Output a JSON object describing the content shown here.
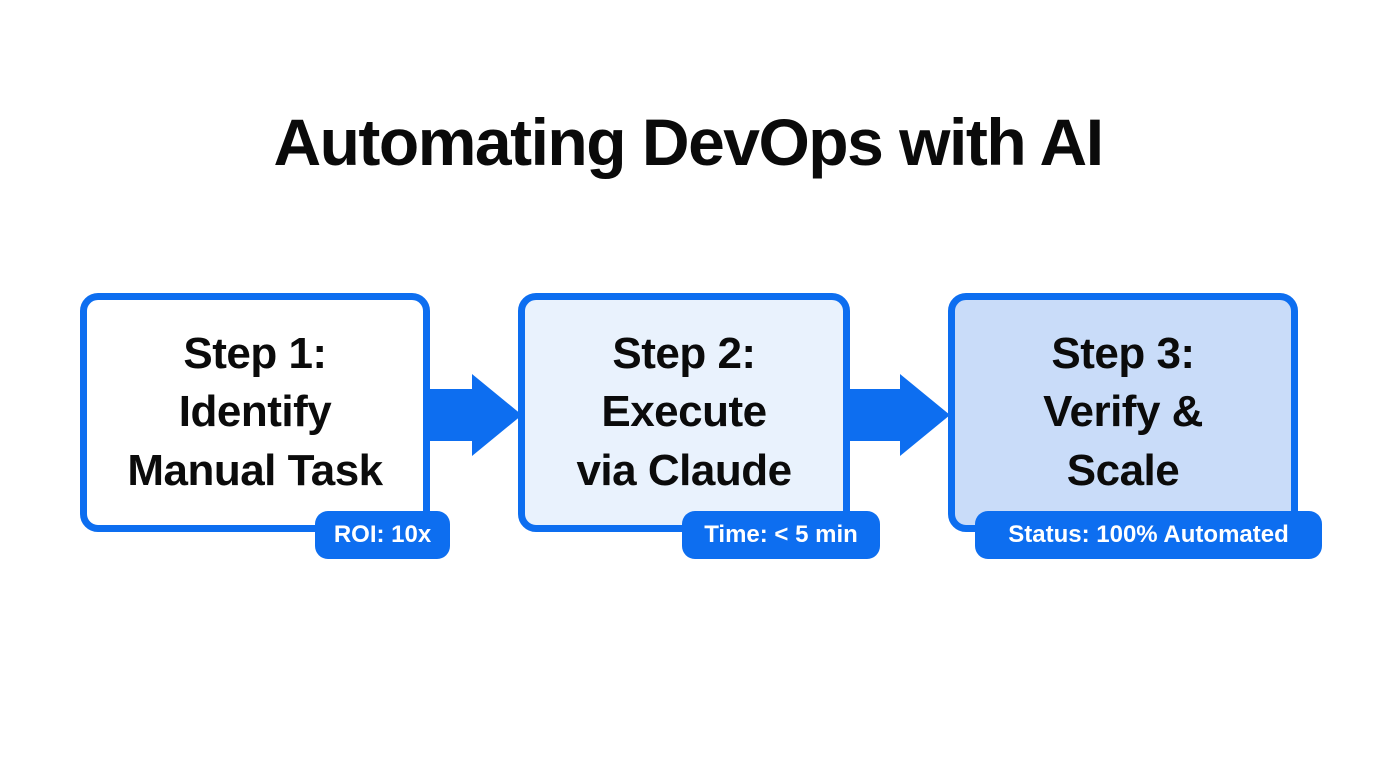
{
  "title": "Automating DevOps with AI",
  "colors": {
    "accent": "#0d6ef0",
    "background": "#ffffff",
    "step1_fill": "#ffffff",
    "step2_fill": "#e9f2fd",
    "step3_fill": "#c9dcf9",
    "box_text": "#0b0b0b",
    "badge_text": "#ffffff"
  },
  "steps": [
    {
      "label": "Step 1:\nIdentify\nManual Task",
      "badge": "ROI: 10x"
    },
    {
      "label": "Step 2:\nExecute\nvia Claude",
      "badge": "Time: < 5 min"
    },
    {
      "label": "Step 3:\nVerify &\nScale",
      "badge": "Status: 100% Automated"
    }
  ],
  "icons": {
    "arrow_1": "right-block-arrow",
    "arrow_2": "right-block-arrow"
  }
}
